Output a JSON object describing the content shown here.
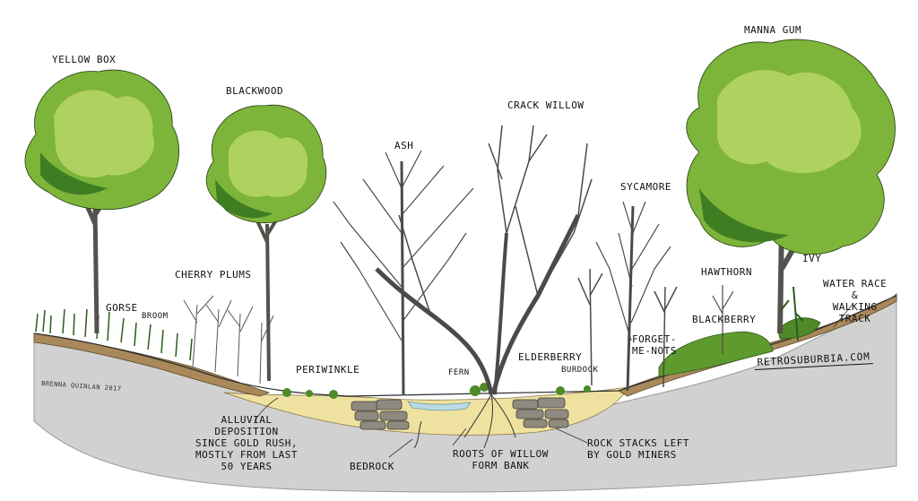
{
  "labels": {
    "yellow_box": "YELLOW BOX",
    "blackwood": "BLACKWOOD",
    "ash": "ASH",
    "crack_willow": "CRACK WILLOW",
    "sycamore": "SYCAMORE",
    "manna_gum": "MANNA GUM",
    "cherry_plums": "CHERRY PLUMS",
    "gorse": "GORSE",
    "broom": "BROOM",
    "periwinkle": "PERIWINKLE",
    "fern": "FERN",
    "elderberry": "ELDERBERRY",
    "burdock": "BURDOCK",
    "forget_me_nots": "FORGET-\nME-NOTS",
    "hawthorn": "HAWTHORN",
    "blackberry": "BLACKBERRY",
    "ivy": "IVY",
    "water_race": "WATER RACE\n&\nWALKING\nTRACK",
    "alluvial": "ALLUVIAL\nDEPOSITION\nSINCE GOLD RUSH,\nMOSTLY FROM LAST\n50 YEARS",
    "bedrock": "BEDROCK",
    "roots": "ROOTS OF WILLOW\nFORM BANK",
    "rock_stacks": "ROCK STACKS LEFT\nBY GOLD MINERS"
  },
  "site": "RETROSUBURBIA.COM",
  "credit": "BRENNA QUINLAN 2017",
  "colors": {
    "foliage_dark": "#3f7d22",
    "foliage_mid": "#7db43a",
    "foliage_light": "#b7d666",
    "trunk": "#55524d",
    "bare_branch": "#4a4a4a",
    "soil": "#a9895a",
    "sediment": "#efe2a0",
    "bedrock": "#d1d1d1",
    "water": "#b9dbe3"
  }
}
